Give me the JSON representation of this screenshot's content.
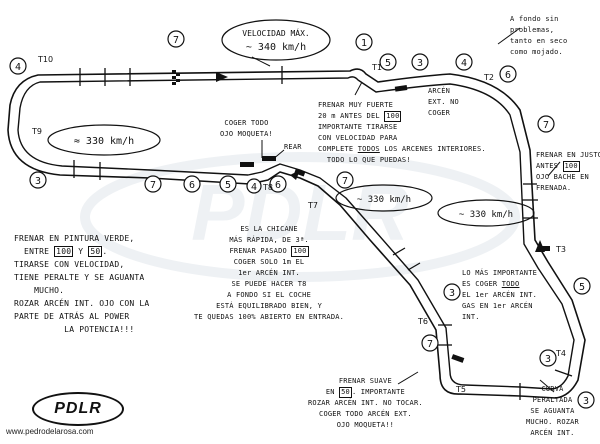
{
  "logo": {
    "text": "PDLR",
    "url": "www.pedrodelarosa.com"
  },
  "watermark": {
    "text": "PDLR"
  },
  "turns": [
    "T1",
    "T2",
    "T3",
    "T4",
    "T5",
    "T6",
    "T7",
    "T8",
    "T9",
    "T10"
  ],
  "gears": [
    "4",
    "7",
    "1",
    "3",
    "6",
    "5",
    "4",
    "7",
    "7",
    "6",
    "6",
    "3",
    "7",
    "3",
    "7",
    "5",
    "5",
    "4",
    "3",
    "3"
  ],
  "speeds": {
    "top_speed_line1": "VELOCIDAD MÁX.",
    "top_speed_line2": "~ 340 km/h",
    "left_speed": "≈ 330 km/h",
    "mid_speed": "~ 330 km/h",
    "right_speed": "~ 330 km/h"
  },
  "notes": {
    "fondo_t2": [
      "A fondo sin",
      "problemas,",
      "tanto en seco",
      "como mojado."
    ],
    "arcen": [
      "ARCÉN",
      "EXT. NO",
      "COGER"
    ],
    "frenar_t1": [
      "FRENAR MUY FUERTE",
      "20 m ANTES DEL",
      "100",
      "IMPORTANTE TIRARSE",
      "CON VELOCIDAD PARA",
      "COMPLETE",
      "TODOS",
      "LOS",
      "ARCENES INTERIORES.",
      "TODO LO QUE PUEDAS!"
    ],
    "coger_todo": [
      "COGER TODO",
      "OJO MOQUETA!"
    ],
    "rear": "REAR",
    "frenar_t3": [
      "FRENAR EN JUSTO",
      "ANTES",
      "100",
      "OJO BACHE EN",
      "FRENADA."
    ],
    "chicane": [
      "ES LA CHICANE",
      "MÁS RÁPIDA, DE 3ª.",
      "FRENAR PASADO",
      "100",
      "COGER SOLO 1m EL",
      "1er ARCÉN INT.",
      "SE PUEDE HACER T8",
      "A FONDO SI EL COCHE",
      "ESTÁ EQUILIBRADO BIEN, Y",
      "TE QUEDAS 100% ABIERTO EN ENTRADA."
    ],
    "frenar_verde": [
      "FRENAR EN PINTURA VERDE,",
      "ENTRE",
      "100",
      "Y",
      "50",
      ".",
      "TIRARSE CON VELOCIDAD,",
      "TIENE PERALTE Y SE AGUANTA",
      "MUCHO.",
      "ROZAR ARCÉN INT. OJO CON LA",
      "PARTE DE ATRÁS AL POWER",
      "LA POTENCIA!!!"
    ],
    "t3_importante": [
      "LO MÁS IMPORTANTE",
      "ES COGER",
      "TODO",
      "EL 1er ARCÉN INT.",
      "GAS EN 1er ARCÉN",
      "INT."
    ],
    "frenar_suave": [
      "FRENAR SUAVE",
      "EN",
      "50",
      ". IMPORTANTE",
      "ROZAR ARCÉN INT. NO TOCAR.",
      "COGER TODO ARCÉN EXT.",
      "OJO MOQUETA!!"
    ],
    "curva_peraltada": [
      "CURVA",
      "PERALTADA",
      "SE AGUANTA",
      "MUCHO. ROZAR",
      "ARCÉN INT."
    ]
  }
}
